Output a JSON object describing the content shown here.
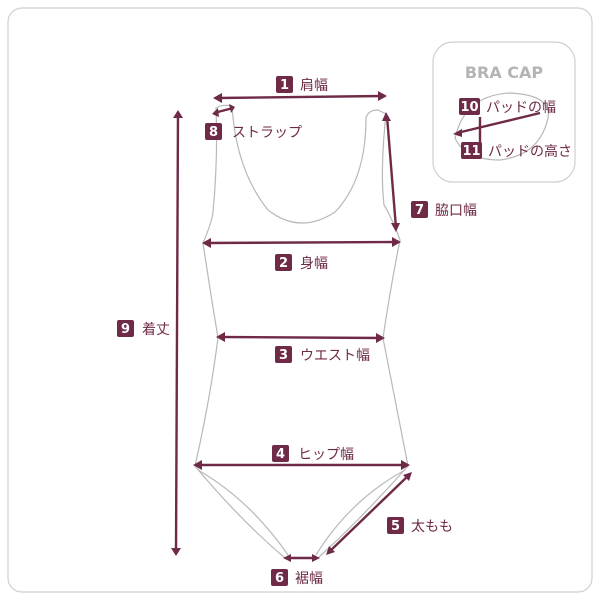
{
  "title_bra_cap": "BRA CAP",
  "accent_color": "#6e2a47",
  "measurements": [
    {
      "num": "1",
      "label": "肩幅"
    },
    {
      "num": "2",
      "label": "身幅"
    },
    {
      "num": "3",
      "label": "ウエスト幅"
    },
    {
      "num": "4",
      "label": "ヒップ幅"
    },
    {
      "num": "5",
      "label": "太もも"
    },
    {
      "num": "6",
      "label": "裾幅"
    },
    {
      "num": "7",
      "label": "脇口幅"
    },
    {
      "num": "8",
      "label": "ストラップ"
    },
    {
      "num": "9",
      "label": "着丈"
    },
    {
      "num": "10",
      "label": "パッドの幅"
    },
    {
      "num": "11",
      "label": "パッドの高さ"
    }
  ]
}
